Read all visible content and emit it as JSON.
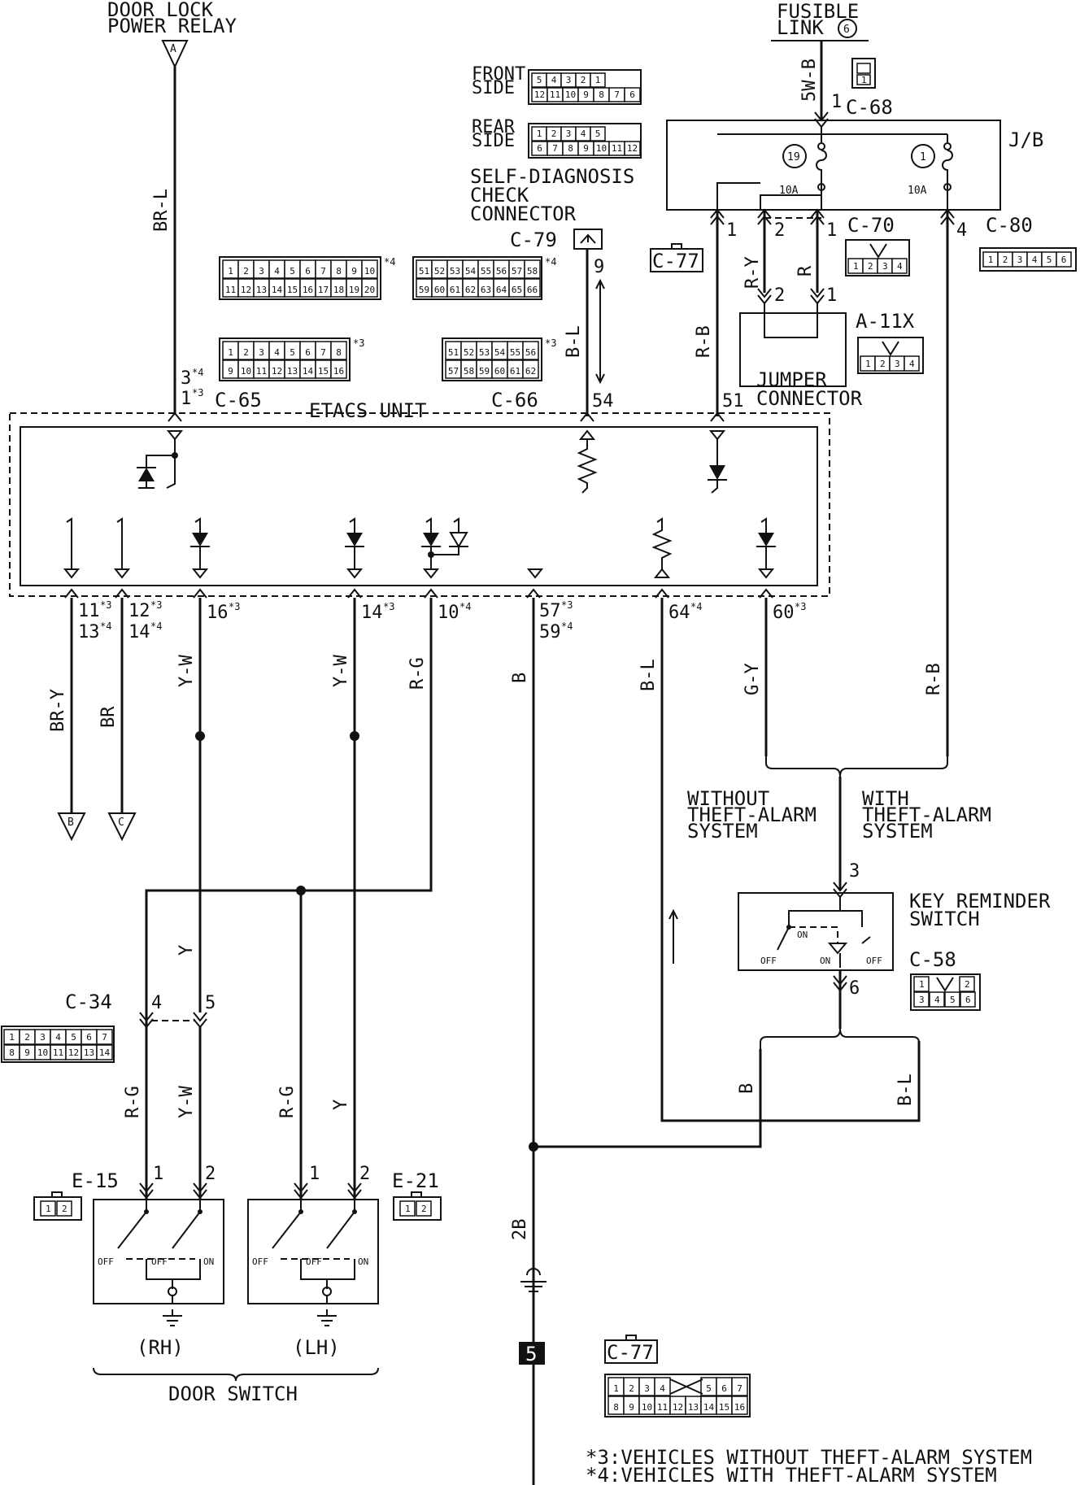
{
  "components": {
    "door_lock_relay": {
      "line1": "DOOR LOCK",
      "line2": "POWER RELAY",
      "ref": "A"
    },
    "fusible_link": {
      "line1": "FUSIBLE",
      "line2": "LINK",
      "number": "6"
    },
    "jb": {
      "label": "J/B",
      "fuse19_num": "19",
      "fuse19_rating": "10A",
      "fuse1_num": "1",
      "fuse1_rating": "10A"
    },
    "diag": {
      "front": "FRONT",
      "side1": "SIDE",
      "rear": "REAR",
      "side2": "SIDE",
      "line1": "SELF-DIAGNOSIS",
      "line2": "CHECK",
      "line3": "CONNECTOR"
    },
    "etacs": {
      "label": "ETACS UNIT"
    },
    "jumper": {
      "line1": "JUMPER",
      "line2": "CONNECTOR"
    },
    "key_reminder": {
      "line1": "KEY REMINDER",
      "line2": "SWITCH",
      "off": "OFF",
      "on": "ON"
    },
    "theft": {
      "without1": "WITHOUT",
      "with1": "WITH",
      "line2": "THEFT-ALARM",
      "line3": "SYSTEM"
    },
    "door_switch": {
      "rh": "(RH)",
      "lh": "(LH)",
      "label": "DOOR SWITCH",
      "off": "OFF",
      "on": "ON"
    },
    "ground_id": "5",
    "refs": {
      "b": "B",
      "c": "C"
    }
  },
  "connectors": {
    "c68": "C-68",
    "c70": "C-70",
    "c80": "C-80",
    "c79": "C-79",
    "c77": "C-77",
    "c65": "C-65",
    "c66": "C-66",
    "a11x": "A-11X",
    "c34": "C-34",
    "c58": "C-58",
    "e15": "E-15",
    "e21": "E-21"
  },
  "wire_colors": {
    "brl": "BR-L",
    "w5wb": "5W-B",
    "bl": "B-L",
    "rb": "R-B",
    "ry": "R-Y",
    "r": "R",
    "bry": "BR-Y",
    "br": "BR",
    "yw": "Y-W",
    "rg": "R-G",
    "b": "B",
    "gy": "G-Y",
    "y": "Y",
    "b2b": "2B"
  },
  "pins": {
    "p1": "1",
    "p2": "2",
    "p3": "3",
    "p4": "4",
    "p5": "5",
    "p6": "6",
    "p9": "9",
    "p10": "10",
    "p11": "11",
    "p12": "12",
    "p13": "13",
    "p14": "14",
    "p16": "16",
    "p51": "51",
    "p54": "54",
    "p57": "57",
    "p59": "59",
    "p60": "60",
    "p64": "64",
    "s3": "*3",
    "s4": "*4"
  },
  "connector_pins": {
    "front_row1": [
      "5",
      "4",
      "3",
      "2",
      "1"
    ],
    "front_row2": [
      "12",
      "11",
      "10",
      "9",
      "8",
      "7",
      "6"
    ],
    "rear_row1": [
      "1",
      "2",
      "3",
      "4",
      "5"
    ],
    "rear_row2": [
      "6",
      "7",
      "8",
      "9",
      "10",
      "11",
      "12"
    ],
    "c65a_row1": [
      "1",
      "2",
      "3",
      "4",
      "5",
      "6",
      "7",
      "8",
      "9",
      "10"
    ],
    "c65a_row2": [
      "11",
      "12",
      "13",
      "14",
      "15",
      "16",
      "17",
      "18",
      "19",
      "20"
    ],
    "c65b_row1": [
      "1",
      "2",
      "3",
      "4",
      "5",
      "6",
      "7",
      "8"
    ],
    "c65b_row2": [
      "9",
      "10",
      "11",
      "12",
      "13",
      "14",
      "15",
      "16"
    ],
    "c66a_row1": [
      "51",
      "52",
      "53",
      "54",
      "55",
      "56",
      "57",
      "58"
    ],
    "c66a_row2": [
      "59",
      "60",
      "61",
      "62",
      "63",
      "64",
      "65",
      "66"
    ],
    "c66b_row1": [
      "51",
      "52",
      "53",
      "54",
      "55",
      "56"
    ],
    "c66b_row2": [
      "57",
      "58",
      "59",
      "60",
      "61",
      "62"
    ],
    "c68": [
      "1"
    ],
    "c70": [
      "1",
      "2",
      "3",
      "4"
    ],
    "c80": [
      "1",
      "2",
      "3",
      "4",
      "5",
      "6"
    ],
    "a11x": [
      "1",
      "2",
      "3",
      "4"
    ],
    "c58_row1": [
      "1",
      "2"
    ],
    "c58_row2": [
      "3",
      "4",
      "5",
      "6"
    ],
    "c34_row1": [
      "1",
      "2",
      "3",
      "4",
      "5",
      "6",
      "7"
    ],
    "c34_row2": [
      "8",
      "9",
      "10",
      "11",
      "12",
      "13",
      "14"
    ],
    "e15": [
      "1",
      "2"
    ],
    "e21": [
      "1",
      "2"
    ],
    "c77_row1a": [
      "1",
      "2",
      "3",
      "4"
    ],
    "c77_row1b": [
      "5",
      "6",
      "7"
    ],
    "c77_row2": [
      "8",
      "9",
      "10",
      "11",
      "12",
      "13",
      "14",
      "15",
      "16"
    ]
  },
  "footnotes": {
    "n3": "*3:VEHICLES WITHOUT THEFT-ALARM SYSTEM",
    "n4": "*4:VEHICLES WITH THEFT-ALARM SYSTEM"
  }
}
